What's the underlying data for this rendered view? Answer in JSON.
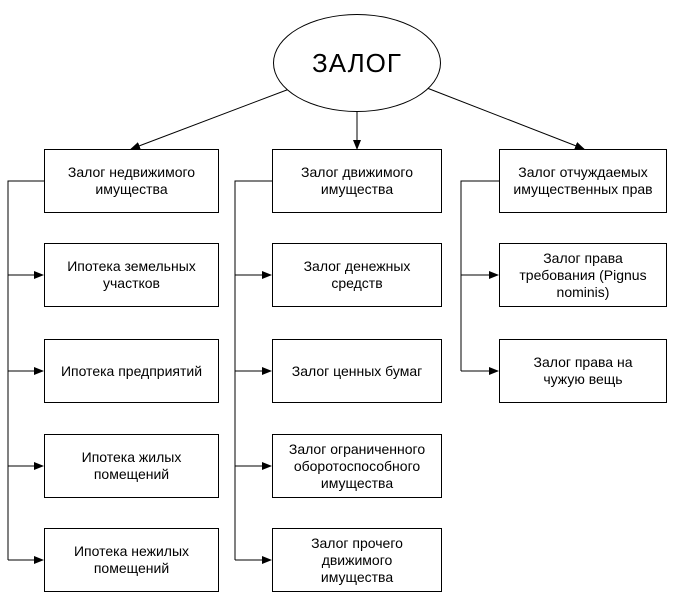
{
  "root": "ЗАЛОГ",
  "columns": [
    {
      "header": "Залог недвижимого\nимущества",
      "items": [
        "Ипотека земельных\nучастков",
        "Ипотека предприятий",
        "Ипотека жилых\nпомещений",
        "Ипотека нежилых\nпомещений"
      ]
    },
    {
      "header": "Залог движимого\nимущества",
      "items": [
        "Залог денежных\nсредств",
        "Залог ценных бумаг",
        "Залог ограниченного\nоборотоспособного\nимущества",
        "Залог прочего\nдвижимого\nимущества"
      ]
    },
    {
      "header": "Залог отчуждаемых\nимущественных прав",
      "items": [
        "Залог права\nтребования (Pignus\nnominis)",
        "Залог права на\nчужую вещь"
      ]
    }
  ]
}
